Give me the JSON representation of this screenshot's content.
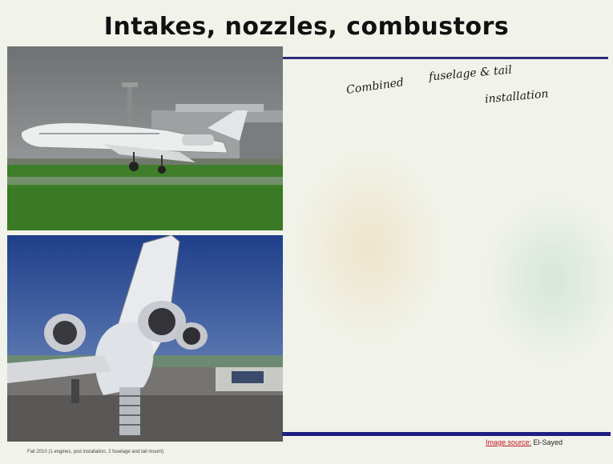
{
  "slide": {
    "title": "Intakes, nozzles, combustors",
    "annotations": [
      "Combined",
      "fuselage & tail",
      "installation"
    ],
    "footer_note": "Fall 2010 (1 engines, pod installation, 2 fuselage and tail mount)",
    "source_label": "Image source:",
    "source_name": "El-Sayed"
  },
  "colors": {
    "rule": "#1f1f80",
    "source_label": "#c4141f"
  }
}
